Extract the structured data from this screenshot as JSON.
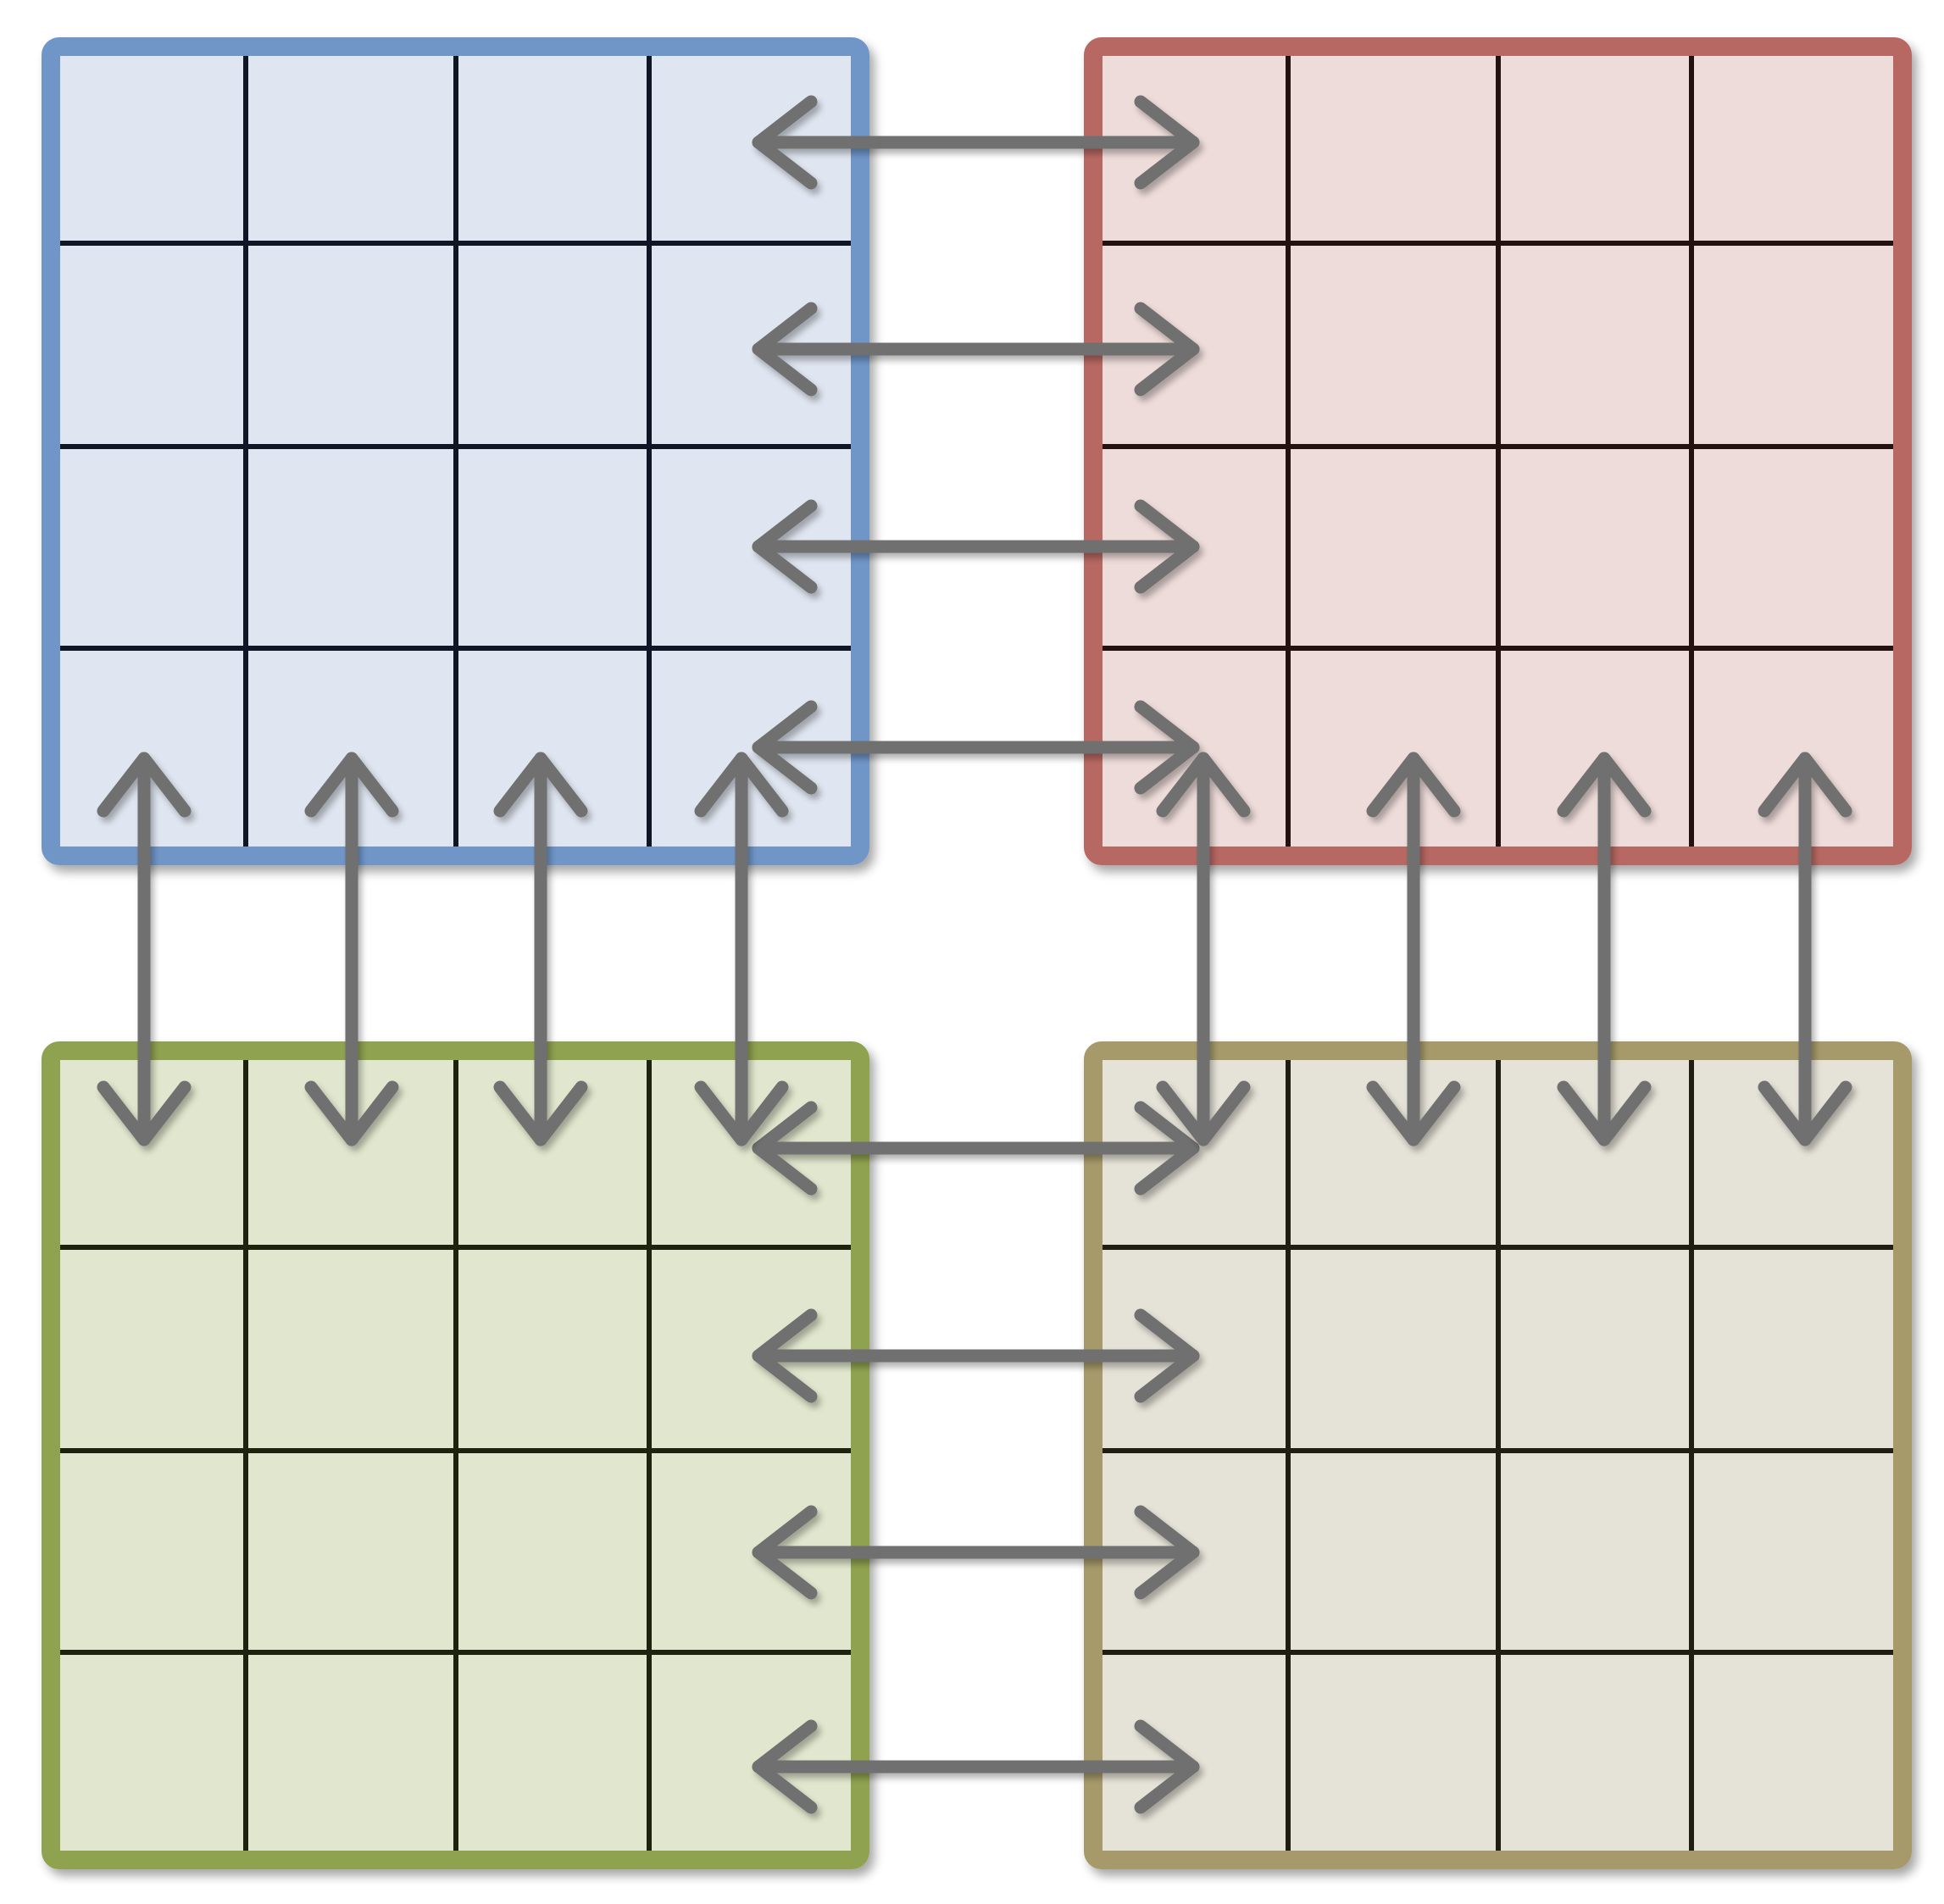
{
  "diagram": {
    "blocks": [
      {
        "id": "top-left",
        "border_color": "#7096c8",
        "fill_color": "#e0e6f1",
        "line_color": "#0f1626",
        "rows": 4,
        "cols": 4
      },
      {
        "id": "top-right",
        "border_color": "#b86762",
        "fill_color": "#eedcda",
        "line_color": "#231211",
        "rows": 4,
        "cols": 4
      },
      {
        "id": "bottom-left",
        "border_color": "#8fa250",
        "fill_color": "#e1e7ce",
        "line_color": "#1d230f",
        "rows": 4,
        "cols": 4
      },
      {
        "id": "bottom-right",
        "border_color": "#a69a6a",
        "fill_color": "#e5e2d7",
        "line_color": "#201d12",
        "rows": 4,
        "cols": 4
      }
    ],
    "exchanges": {
      "arrow_color": "#6f6f6f",
      "style": "double-headed",
      "horizontal_pairs": [
        {
          "from": "top-left",
          "to": "top-right",
          "count": 4
        },
        {
          "from": "bottom-left",
          "to": "bottom-right",
          "count": 4
        }
      ],
      "vertical_pairs": [
        {
          "from": "top-left",
          "to": "bottom-left",
          "count": 4
        },
        {
          "from": "top-right",
          "to": "bottom-right",
          "count": 4
        }
      ]
    }
  }
}
